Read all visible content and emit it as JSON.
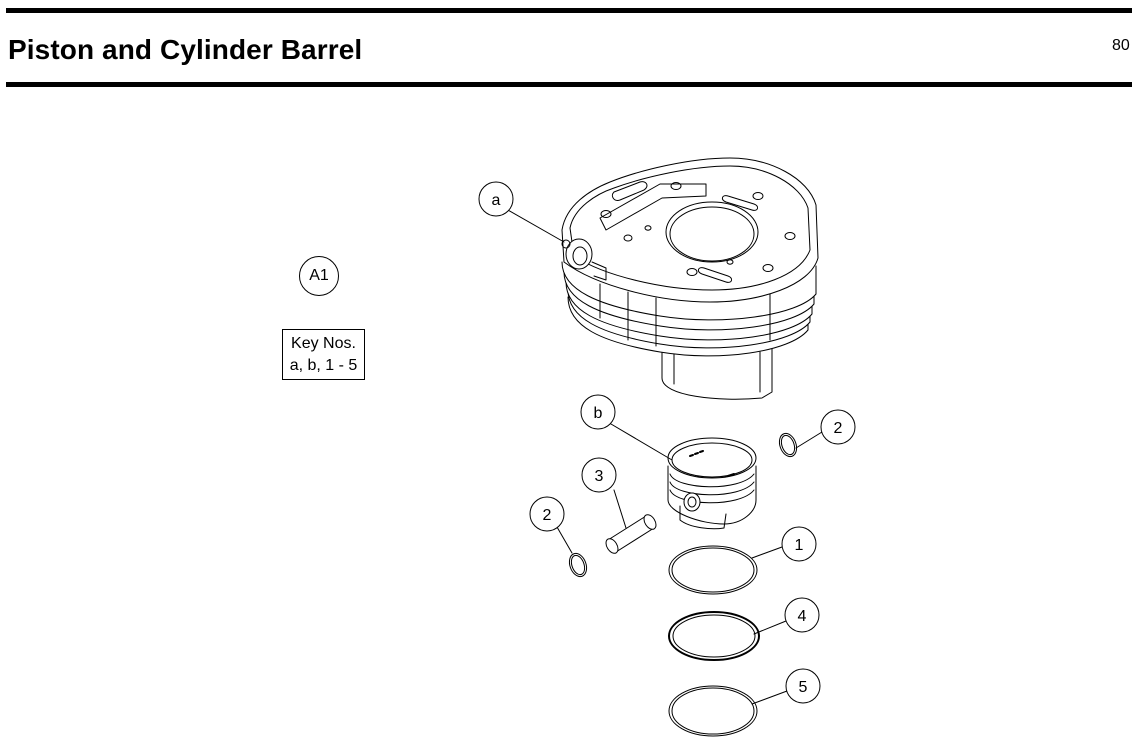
{
  "header": {
    "title": "Piston and Cylinder Barrel",
    "page_number": "80"
  },
  "reference": {
    "id": "A1",
    "key_label": "Key Nos.",
    "key_range": "a, b, 1 - 5"
  },
  "callouts": {
    "a": "a",
    "b": "b",
    "c1": "1",
    "c2_right": "2",
    "c2_left": "2",
    "c3": "3",
    "c4": "4",
    "c5": "5"
  },
  "colors": {
    "line": "#000000",
    "background": "#ffffff"
  }
}
